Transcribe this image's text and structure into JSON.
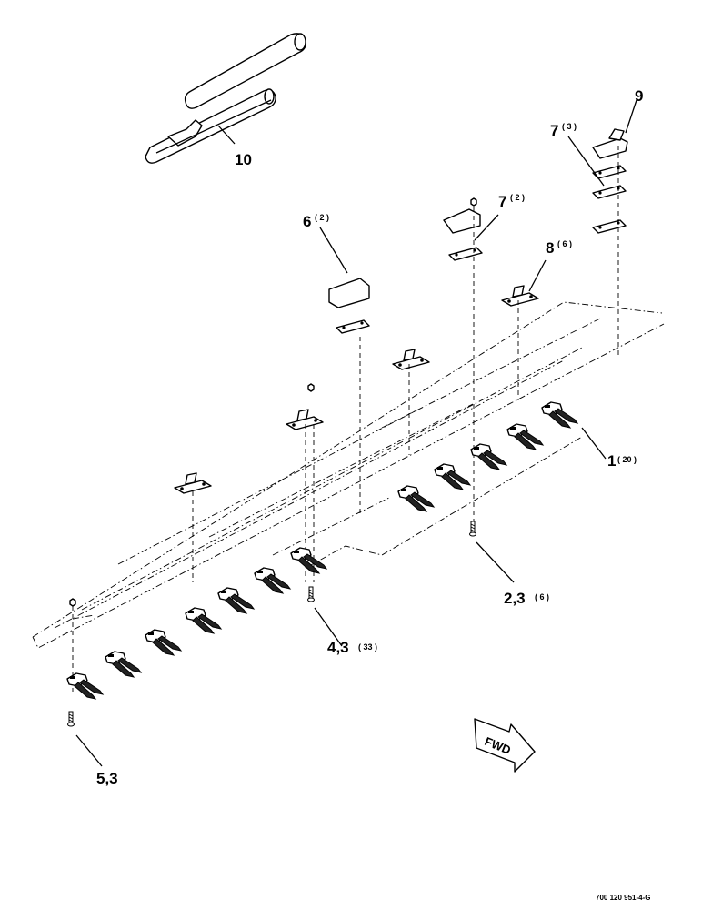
{
  "callouts": [
    {
      "id": "10",
      "qty": ""
    },
    {
      "id": "9",
      "qty": ""
    },
    {
      "id": "7",
      "qty": "( 3 )"
    },
    {
      "id": "7",
      "qty": "( 2 )"
    },
    {
      "id": "6",
      "qty": "( 2 )"
    },
    {
      "id": "8",
      "qty": "( 6 )"
    },
    {
      "id": "1",
      "qty": "( 20 )"
    },
    {
      "id": "2,3",
      "qty": "( 6 )"
    },
    {
      "id": "4,3",
      "qty": "( 33 )"
    },
    {
      "id": "5,3",
      "qty": ""
    }
  ],
  "direction_label": "FWD",
  "document_number": "700 120 951-4-G",
  "colors": {
    "line": "#000000",
    "background": "#ffffff"
  },
  "icons": [
    "fwd-arrow-icon"
  ]
}
